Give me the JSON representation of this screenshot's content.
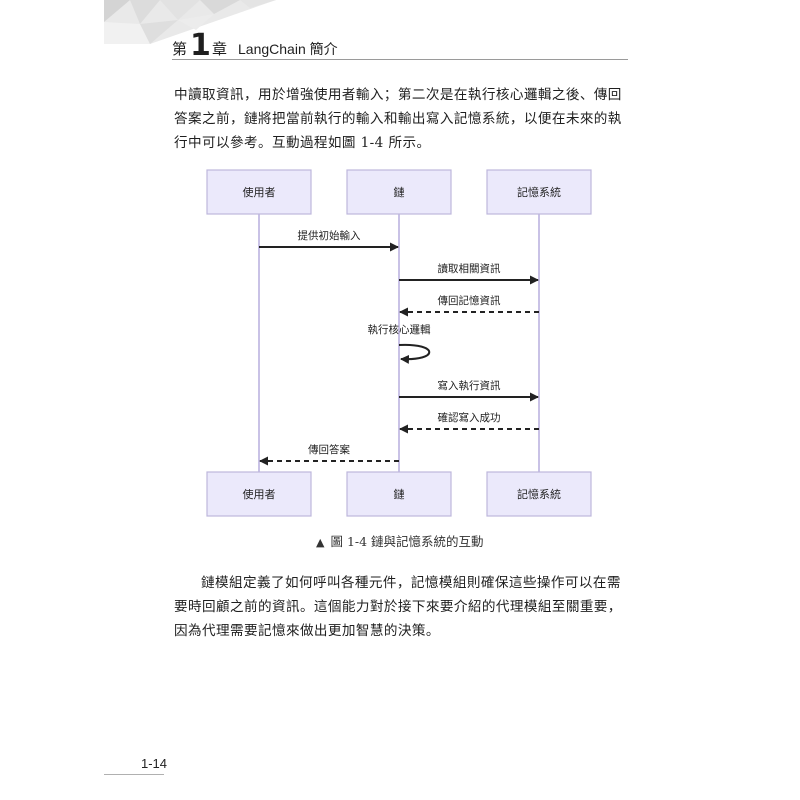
{
  "header": {
    "chapter_prefix": "第",
    "chapter_number": "1",
    "chapter_suffix": "章",
    "title": "LangChain 簡介"
  },
  "paragraphs": {
    "p1": "中讀取資訊，用於增強使用者輸入；第二次是在執行核心邏輯之後、傳回答案之前，鏈將把當前執行的輸入和輸出寫入記憶系統，以便在未來的執行中可以參考。互動過程如圖 1-4 所示。",
    "p2": "鏈模組定義了如何呼叫各種元件，記憶模組則確保這些操作可以在需要時回顧之前的資訊。這個能力對於接下來要介紹的代理模組至關重要，因為代理需要記憶來做出更加智慧的決策。"
  },
  "diagram": {
    "actors": [
      "使用者",
      "鏈",
      "記憶系統"
    ],
    "messages": [
      {
        "label": "提供初始輸入",
        "from": 0,
        "to": 1,
        "style": "solid"
      },
      {
        "label": "讀取相關資訊",
        "from": 1,
        "to": 2,
        "style": "solid"
      },
      {
        "label": "傳回記憶資訊",
        "from": 2,
        "to": 1,
        "style": "dashed"
      },
      {
        "label": "執行核心邏輯",
        "from": 1,
        "to": 1,
        "style": "self"
      },
      {
        "label": "寫入執行資訊",
        "from": 1,
        "to": 2,
        "style": "solid"
      },
      {
        "label": "確認寫入成功",
        "from": 2,
        "to": 1,
        "style": "dashed"
      },
      {
        "label": "傳回答案",
        "from": 1,
        "to": 0,
        "style": "dashed"
      }
    ]
  },
  "caption": {
    "marker": "▲",
    "text": "圖 1-4 鏈與記憶系統的互動"
  },
  "page_number": "1-14"
}
